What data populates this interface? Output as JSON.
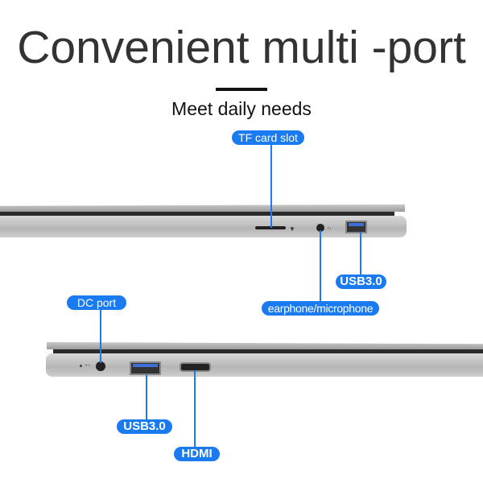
{
  "headline": "Convenient multi -port",
  "subheadline": "Meet daily needs",
  "labels": {
    "tf_card": "TF card slot",
    "usb_right": "USB3.0",
    "earphone": "earphone/microphone",
    "dc_port": "DC port",
    "usb_left": "USB3.0",
    "hdmi": "HDMI"
  },
  "colors": {
    "accent": "#1a7bf0",
    "title": "#333333"
  }
}
